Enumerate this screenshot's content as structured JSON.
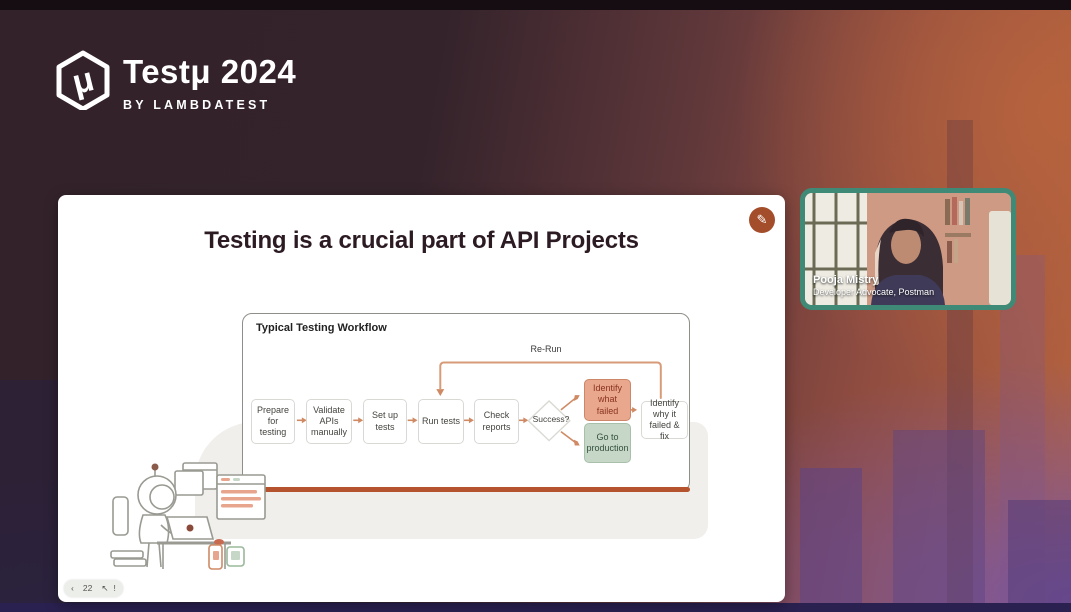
{
  "header": {
    "logo_title": "Testμ 2024",
    "logo_subtitle": "BY LAMBDATEST",
    "logo_mu": "μ"
  },
  "slide": {
    "title": "Testing is a crucial part of API Projects",
    "pen_icon": "✎",
    "diagram": {
      "heading": "Typical Testing Workflow",
      "rerun_label": "Re-Run",
      "steps": [
        "Prepare for testing",
        "Validate APIs manually",
        "Set up tests",
        "Run tests",
        "Check reports"
      ],
      "decision_label": "Success?",
      "fail_box": "Identify what failed",
      "success_box": "Go to production",
      "final_box": "Identify why it failed & fix"
    },
    "controls": {
      "prev": "‹",
      "page_number": "22",
      "pointer": "↖",
      "more": "!"
    }
  },
  "webcam": {
    "name": "Pooja Mistry",
    "role": "Developer Advocate, Postman"
  },
  "colors": {
    "background_maroon": "#33222a",
    "background_orange": "#b0603f",
    "background_purple": "#6a4d8c",
    "background_navy": "#2c2546",
    "webcam_border": "#3e8a77",
    "diagram_line": "#b5532f",
    "fail_box_bg": "#e9a78d",
    "success_box_bg": "#c6d7c7",
    "pen_badge_bg": "#a34d2b",
    "arrow_color": "#cf8a64"
  }
}
